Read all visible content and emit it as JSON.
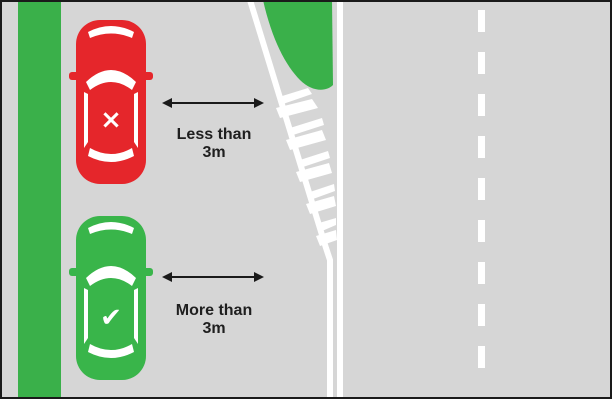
{
  "diagram": {
    "cars": [
      {
        "id": "car-too-close",
        "status": "incorrect",
        "mark": "×",
        "color": "#e5262b",
        "distance_label_line1": "Less than",
        "distance_label_line2": "3m"
      },
      {
        "id": "car-correct-gap",
        "status": "correct",
        "mark": "✔",
        "color": "#39b54a",
        "distance_label_line1": "More than",
        "distance_label_line2": "3m"
      }
    ],
    "colors": {
      "road": "#d6d6d6",
      "verge_green": "#3ab04a",
      "median_green": "#3ab04a",
      "marking_white": "#ffffff",
      "border": "#1a1a1a",
      "arrow": "#1a1a1a"
    }
  }
}
